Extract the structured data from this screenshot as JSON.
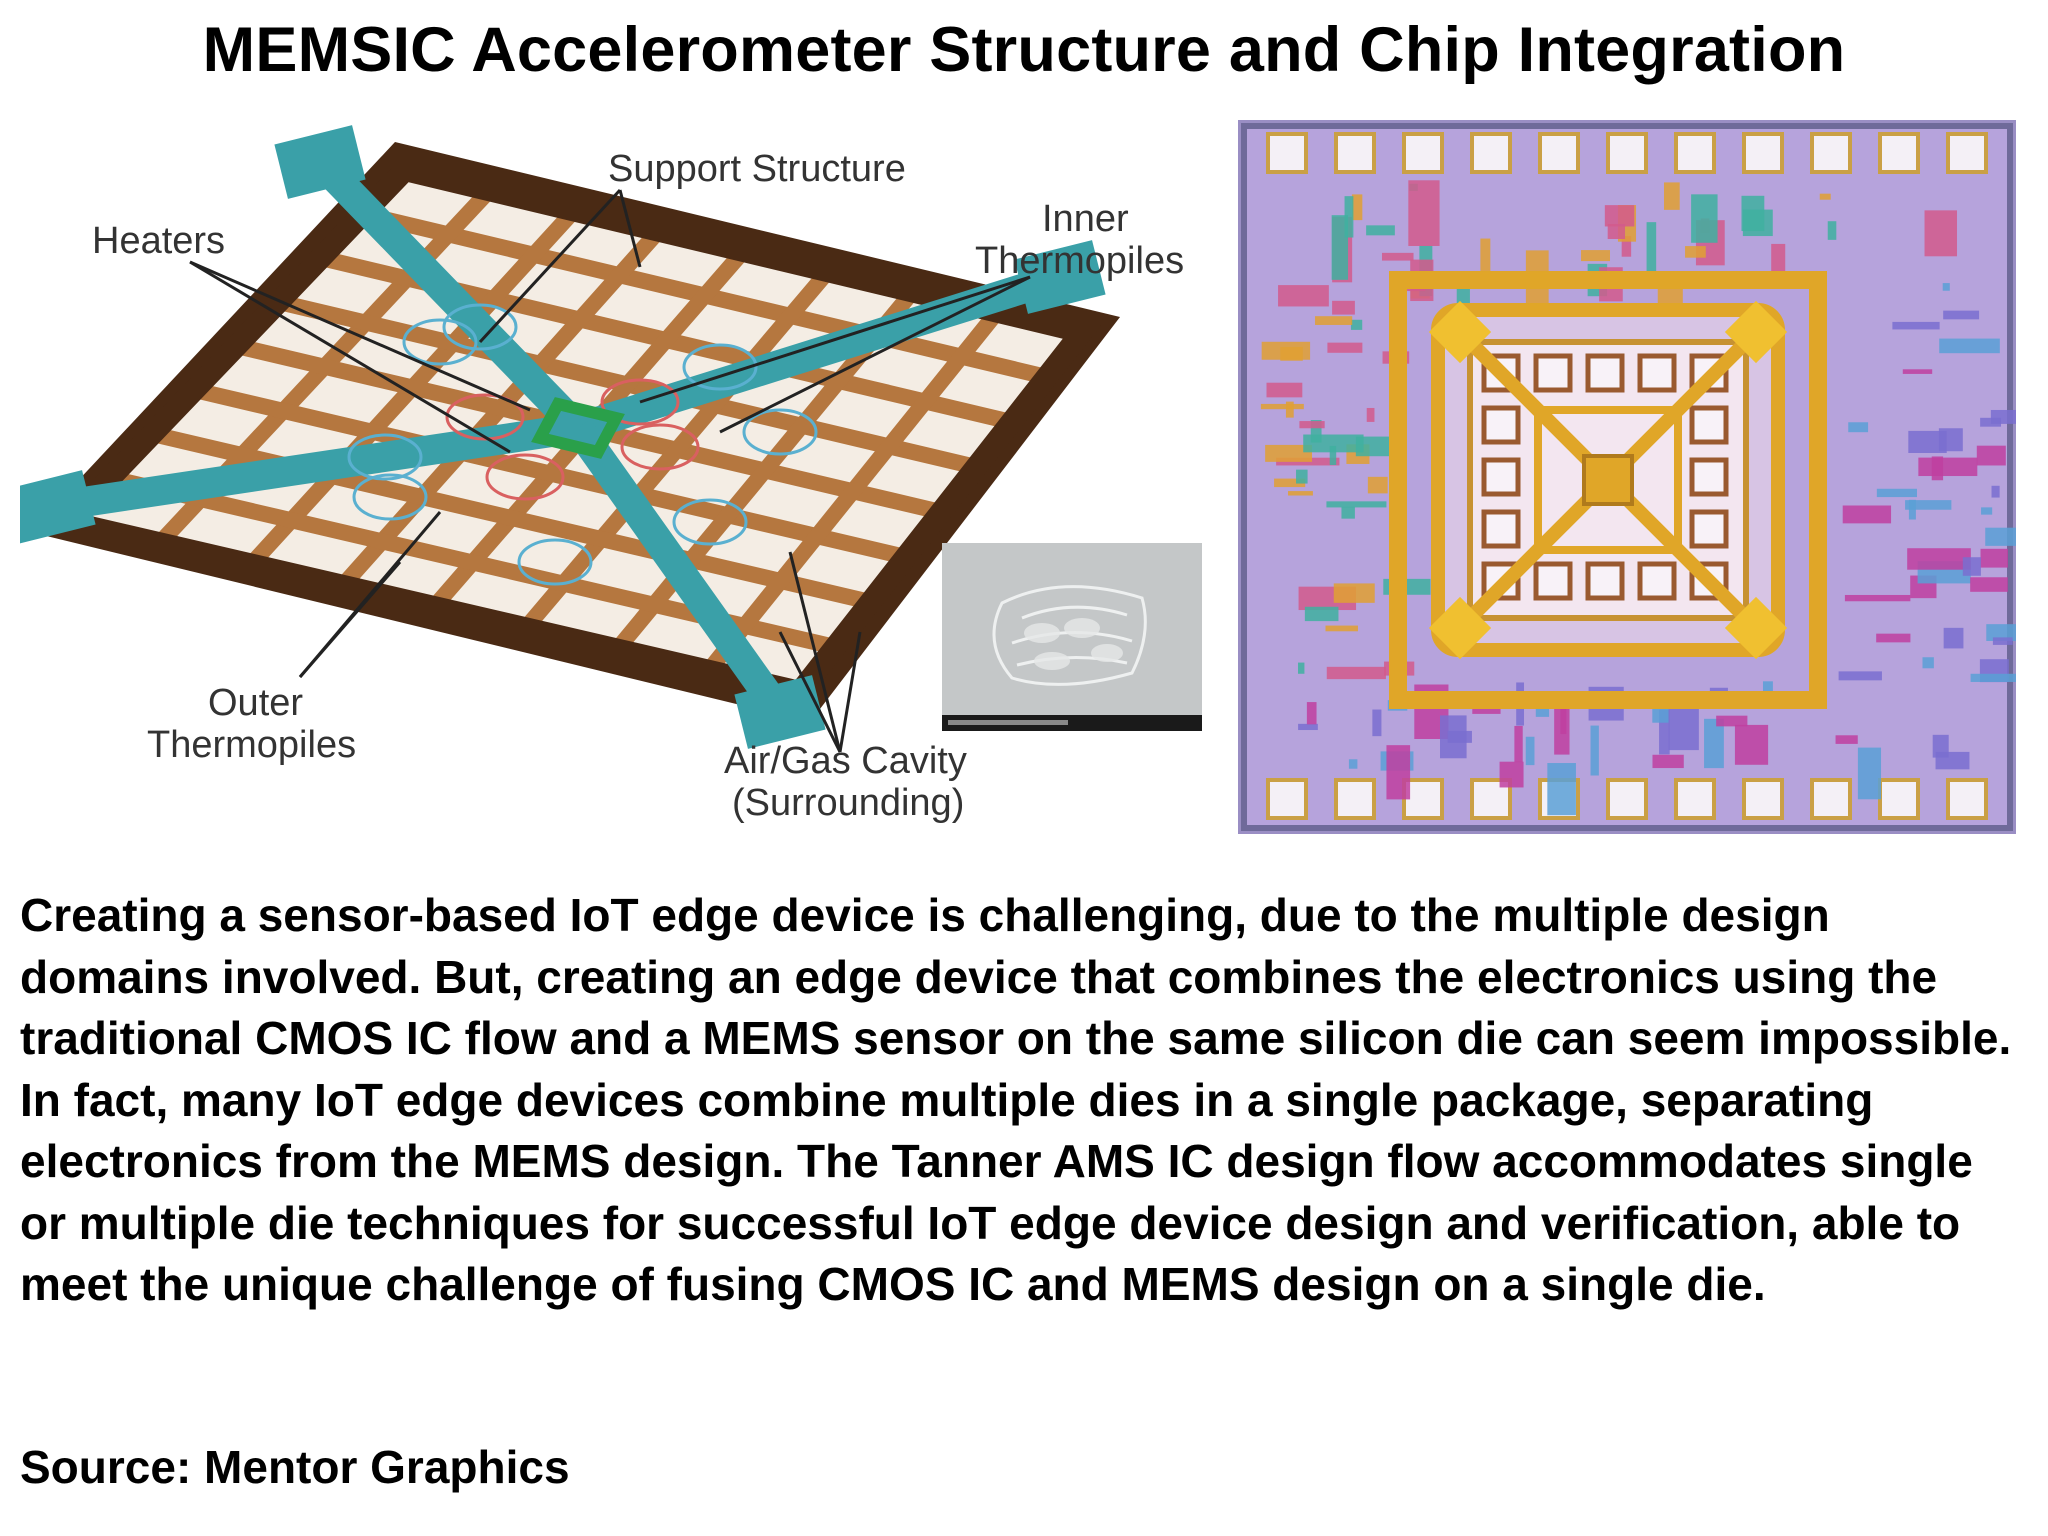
{
  "title": "MEMSIC Accelerometer Structure and Chip Integration",
  "diagram": {
    "labels": {
      "support_structure": "Support Structure",
      "heaters": "Heaters",
      "inner_thermopiles_line1": "Inner",
      "inner_thermopiles_line2": "Thermopiles",
      "outer_thermopiles_line1": "Outer",
      "outer_thermopiles_line2": "Thermopiles",
      "cavity_line1": "Air/Gas Cavity",
      "cavity_line2": "(Surrounding)"
    },
    "colors": {
      "frame": "#4a2a14",
      "bars": "#b5773f",
      "arms": "#3aa0a8",
      "heater": "#2aa04a",
      "inner_circles": "#d96060",
      "outer_circles": "#5ab0d0"
    }
  },
  "body_text": "Creating a sensor-based IoT edge device is challenging, due to the multiple design domains involved. But, creating an edge device that combines the electronics using the traditional CMOS IC flow and a MEMS sensor on the same silicon die can seem impossible. In fact, many IoT edge devices combine multiple dies in a single package, separating electronics from the MEMS design. The Tanner AMS IC design flow accommodates single or multiple die techniques for successful IoT edge device design and verification, able to meet the unique challenge of fusing CMOS IC and MEMS design on a single die.",
  "source": "Source: Mentor Graphics"
}
